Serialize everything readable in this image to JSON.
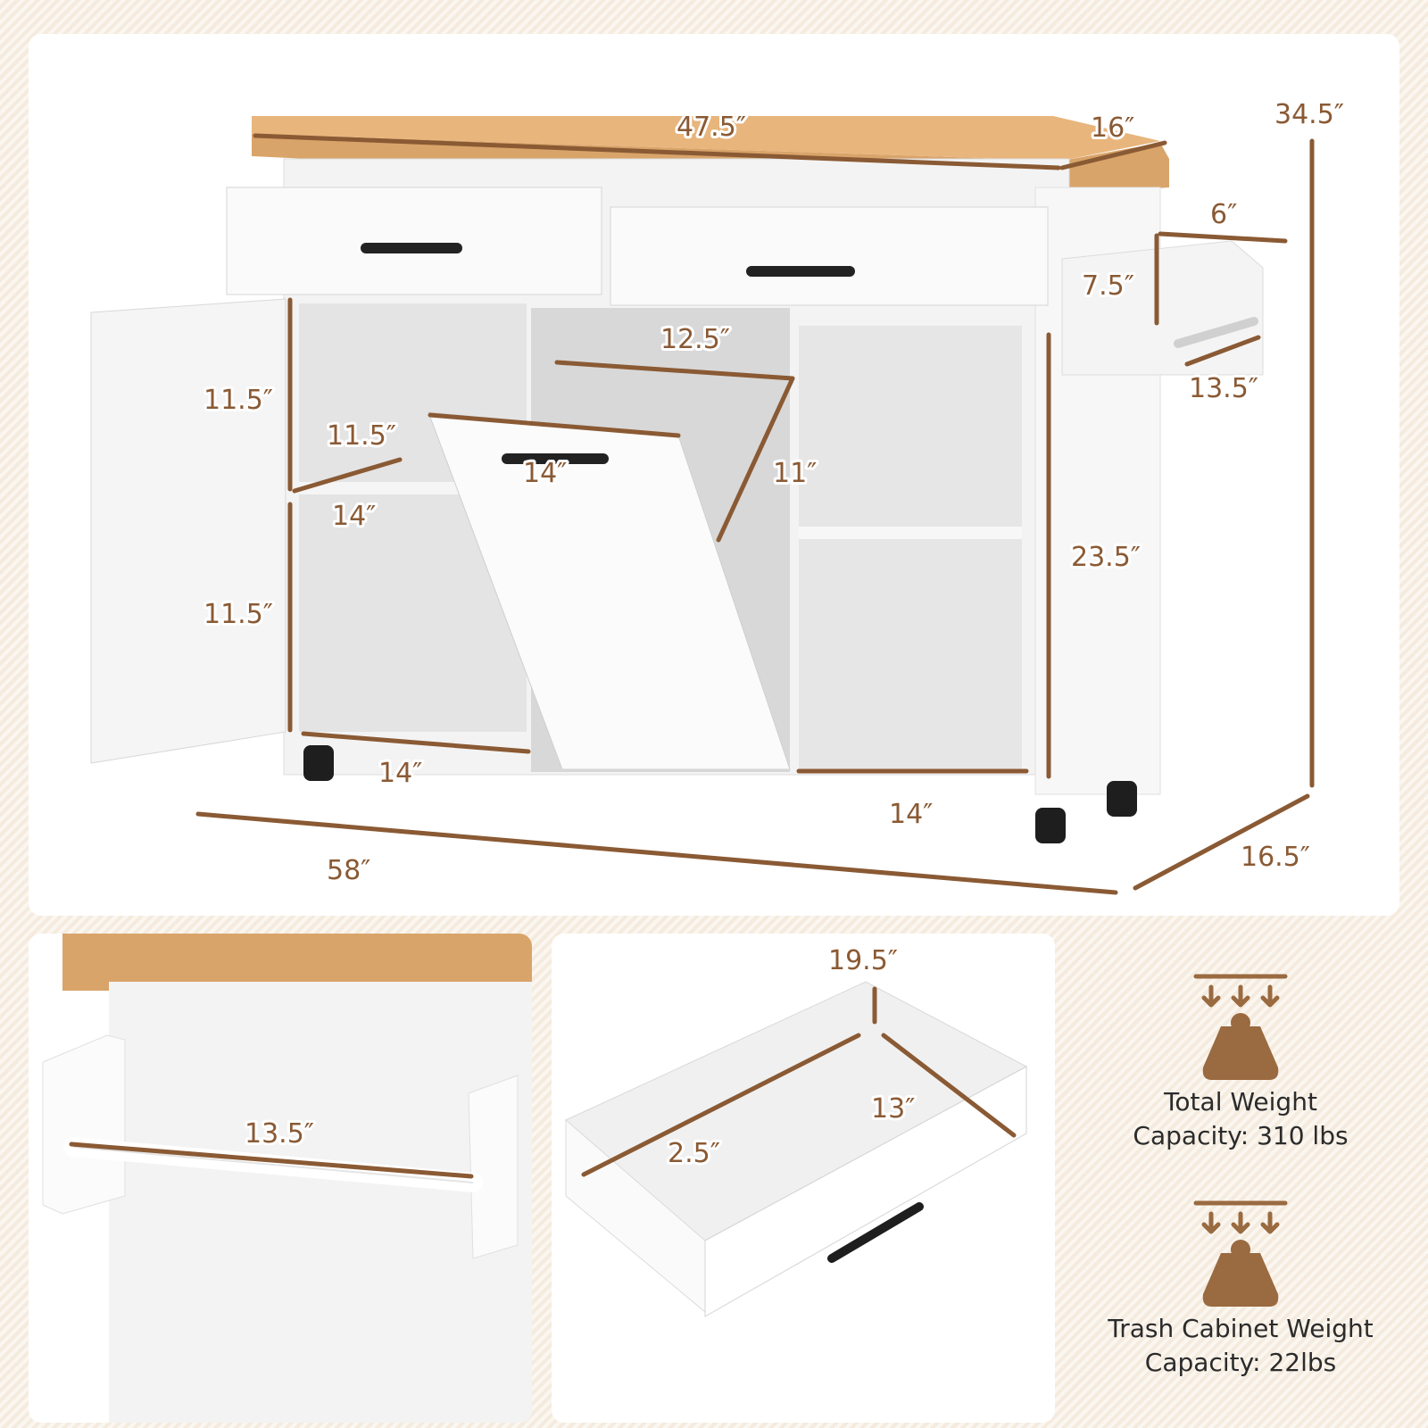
{
  "main_view": {
    "dimensions": {
      "top_width": "47.5″",
      "top_depth": "16″",
      "total_height": "34.5″",
      "rack_depth": "6″",
      "rack_height": "7.5″",
      "rack_width": "13.5″",
      "trash_top_width": "12.5″",
      "upper_shelf_height": "11.5″",
      "shelf_depth": "11.5″",
      "shelf_width": "14″",
      "trash_front_width": "14″",
      "trash_depth": "11″",
      "cabinet_height": "23.5″",
      "lower_shelf_height": "11.5″",
      "left_bottom_width": "14″",
      "right_bottom_width": "14″",
      "overall_width": "58″",
      "overall_depth": "16.5″"
    }
  },
  "towel_bar_view": {
    "bar_length": "13.5″"
  },
  "drawer_view": {
    "height": "19.5″",
    "width": "2.5″",
    "depth": "13″"
  },
  "specs": [
    {
      "icon": "weight-capacity-icon",
      "line1": "Total Weight",
      "line2": "Capacity: 310 lbs"
    },
    {
      "icon": "weight-capacity-icon",
      "line1": "Trash Cabinet Weight",
      "line2": "Capacity: 22lbs"
    }
  ],
  "colors": {
    "accent": "#8a5a34",
    "icon_fill": "#9a6a40",
    "wood": "#d9a46a",
    "background": "#f7efe4"
  }
}
